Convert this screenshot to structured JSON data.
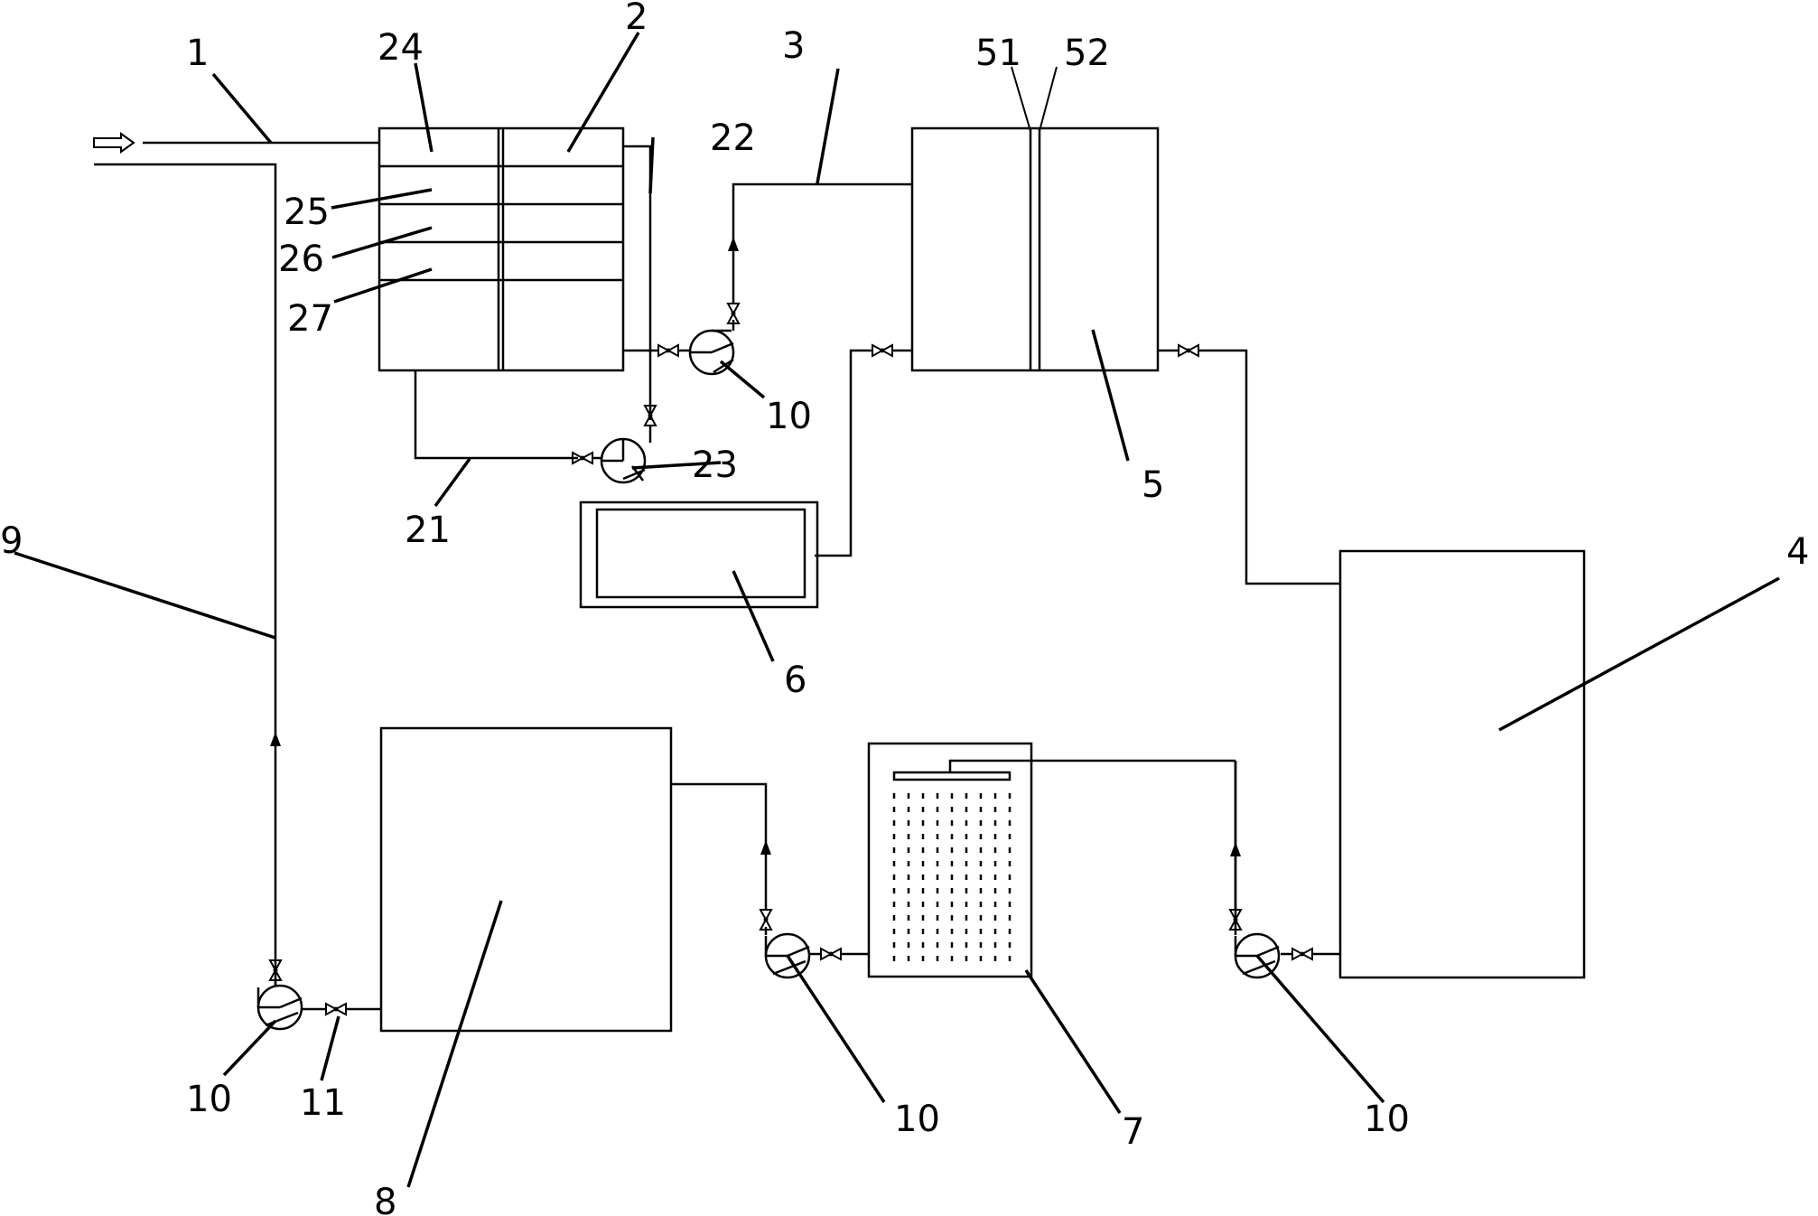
{
  "labels": {
    "l1": "1",
    "l2": "2",
    "l3": "3",
    "l4": "4",
    "l5": "5",
    "l6": "6",
    "l7": "7",
    "l8": "8",
    "l9": "9",
    "l10a": "10",
    "l10b": "10",
    "l10c": "10",
    "l10d": "10",
    "l11": "11",
    "l21": "21",
    "l22": "22",
    "l23": "23",
    "l24": "24",
    "l25": "25",
    "l26": "26",
    "l27": "27",
    "l51": "51",
    "l52": "52"
  }
}
